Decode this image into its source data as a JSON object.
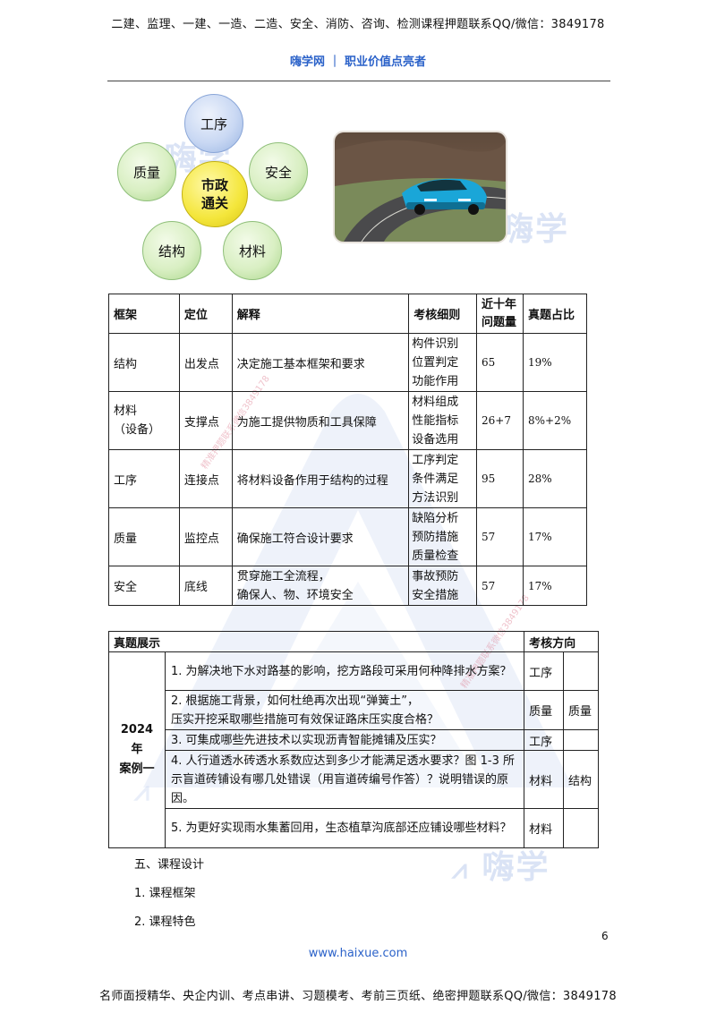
{
  "header": {
    "banner": "二建、监理、一建、一造、二造、安全、消防、咨询、检测课程押题联系QQ/微信：3849178",
    "site": "嗨学网 ｜ 职业价值点亮者"
  },
  "diagram": {
    "center_line1": "市政",
    "center_line2": "通关",
    "nodes": {
      "top": "工序",
      "right": "安全",
      "bottom_right": "材料",
      "bottom_left": "结构",
      "left": "质量"
    }
  },
  "framework_table": {
    "headers": [
      "框架",
      "定位",
      "解释",
      "考核细则",
      "近十年\n问题量",
      "真题占比"
    ],
    "rows": [
      {
        "frame": "结构",
        "position": "出发点",
        "explain": "决定施工基本框架和要求",
        "details": [
          "构件识别",
          "位置判定",
          "功能作用"
        ],
        "count": "65",
        "ratio": "19%"
      },
      {
        "frame": "材料\n（设备）",
        "position": "支撑点",
        "explain": "为施工提供物质和工具保障",
        "details": [
          "材料组成",
          "性能指标",
          "设备选用"
        ],
        "count": "26+7",
        "ratio": "8%+2%"
      },
      {
        "frame": "工序",
        "position": "连接点",
        "explain": "将材料设备作用于结构的过程",
        "details": [
          "工序判定",
          "条件满足",
          "方法识别"
        ],
        "count": "95",
        "ratio": "28%"
      },
      {
        "frame": "质量",
        "position": "监控点",
        "explain": "确保施工符合设计要求",
        "details": [
          "缺陷分析",
          "预防措施",
          "质量检查"
        ],
        "count": "57",
        "ratio": "17%"
      },
      {
        "frame": "安全",
        "position": "底线",
        "explain": "贯穿施工全流程，\n确保人、物、环境安全",
        "details": [
          "事故预防",
          "安全措施"
        ],
        "count": "57",
        "ratio": "17%"
      }
    ]
  },
  "exam_table": {
    "header_left": "真题展示",
    "header_right": "考核方向",
    "group_label_line1": "2024 年",
    "group_label_line2": "案例一",
    "questions": [
      {
        "text": "1.  为解决地下水对路基的影响，挖方路段可采用何种降排水方案？",
        "dir1": "工序",
        "dir2": ""
      },
      {
        "text": "2.  根据施工背景，如何杜绝再次出现“弹簧土”，\n压实开挖采取哪些措施可有效保证路床压实度合格？",
        "dir1": "质量",
        "dir2": "质量"
      },
      {
        "text": "3.  可集成哪些先进技术以实现沥青智能摊铺及压实？",
        "dir1": "工序",
        "dir2": ""
      },
      {
        "text": "4.  人行道透水砖透水系数应达到多少才能满足透水要求？图 1-3 所示盲道砖铺设有哪几处错误（用盲道砖编号作答）？说明错误的原因。",
        "dir1": "材料",
        "dir2": "结构"
      },
      {
        "text": "5.  为更好实现雨水集蓄回用，生态植草沟底部还应铺设哪些材料？",
        "dir1": "材料",
        "dir2": ""
      }
    ]
  },
  "body": {
    "section_title": "五、课程设计",
    "item1": "1.  课程框架",
    "item2": "2.  课程特色"
  },
  "footer": {
    "page_number": "6",
    "url": "www.haixue.com",
    "banner": "名师面授精华、央企内训、考点串讲、习题模考、考前三页纸、绝密押题联系QQ/微信：3849178"
  },
  "watermarks": {
    "logo": "嗨学",
    "contact": "精准押题联系微信3849178"
  }
}
